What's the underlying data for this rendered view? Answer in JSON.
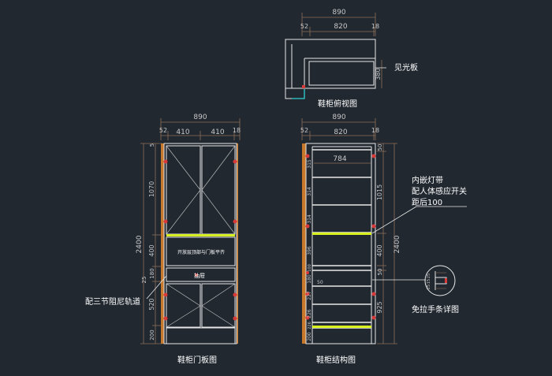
{
  "colors": {
    "background": "#212830",
    "line": "#e8e8e8",
    "dimension": "#8c6e58",
    "dimension_text": "#c8c8c8",
    "wood": "#c8782a",
    "hinge": "#d83a3a",
    "led": "#d8f020",
    "cyan": "#30d0d0",
    "label": "#ffffff"
  },
  "plan_view": {
    "dims": {
      "overall": "890",
      "left": "52",
      "middle": "820",
      "right": "18",
      "depth": "380"
    },
    "note": "见光板",
    "caption": "鞋柜俯视图"
  },
  "door_view": {
    "top_dims": {
      "overall": "890",
      "left": "52",
      "door_a": "410",
      "door_b": "410",
      "right": "18"
    },
    "side_dims": {
      "total": "2400",
      "d_top": "5",
      "d_upper": "1070",
      "d_open": "400",
      "d_drawer": "180",
      "d_gap": "25",
      "d_lower": "520",
      "d_base": "200"
    },
    "open_text": "开放层顶部与门板平齐",
    "drawer_text": "抽屉",
    "note": "配三节阻尼轨道",
    "caption": "鞋柜门板图"
  },
  "structure_view": {
    "top_dims": {
      "overall": "890",
      "left": "52",
      "middle": "820",
      "right": "18",
      "inner": "784"
    },
    "right_dims": {
      "total": "2400",
      "d_top": "50",
      "d_upper": "1015",
      "d_open": "400",
      "d_drawer": "50",
      "d_lower": "925"
    },
    "shelf_dims": [
      "315",
      "314",
      "314",
      "396",
      "100",
      "180",
      "227",
      "226",
      "226",
      "200"
    ],
    "mid_label": "50",
    "led_note": [
      "内嵌灯带",
      "配人体感应开关",
      "距后100"
    ],
    "detail_note": "免拉手条详图",
    "detail_dims": [
      "25",
      "15",
      "25"
    ],
    "caption": "鞋柜结构图"
  }
}
